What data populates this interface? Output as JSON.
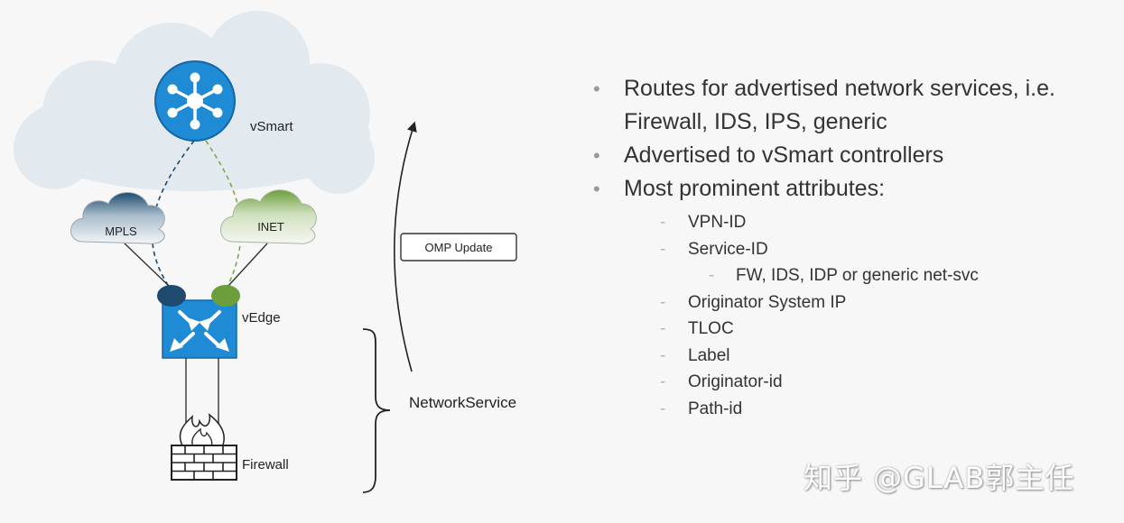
{
  "diagram": {
    "vsmart_label": "vSmart",
    "mpls_label": "MPLS",
    "inet_label": "INET",
    "vedge_label": "vEdge",
    "firewall_label": "Firewall",
    "omp_update_label": "OMP Update",
    "network_service_label": "NetworkService",
    "colors": {
      "cloud": "#e3eaef",
      "device_blue": "#1e8bd4",
      "mpls_link": "#1d4a6e",
      "inet_link": "#7aaa4a"
    }
  },
  "bullets": [
    {
      "text": "Routes for advertised network services, i.e. Firewall, IDS, IPS, generic",
      "sub": []
    },
    {
      "text": "Advertised to vSmart controllers",
      "sub": []
    },
    {
      "text": "Most prominent attributes:",
      "sub": [
        {
          "text": "VPN-ID",
          "sub": []
        },
        {
          "text": "Service-ID",
          "sub": [
            {
              "text": "FW, IDS, IDP or generic net-svc"
            }
          ]
        },
        {
          "text": "Originator System IP",
          "sub": []
        },
        {
          "text": "TLOC",
          "sub": []
        },
        {
          "text": "Label",
          "sub": []
        },
        {
          "text": "Originator-id",
          "sub": []
        },
        {
          "text": "Path-id",
          "sub": []
        }
      ]
    }
  ],
  "watermark": "知乎 @GLAB郭主任"
}
